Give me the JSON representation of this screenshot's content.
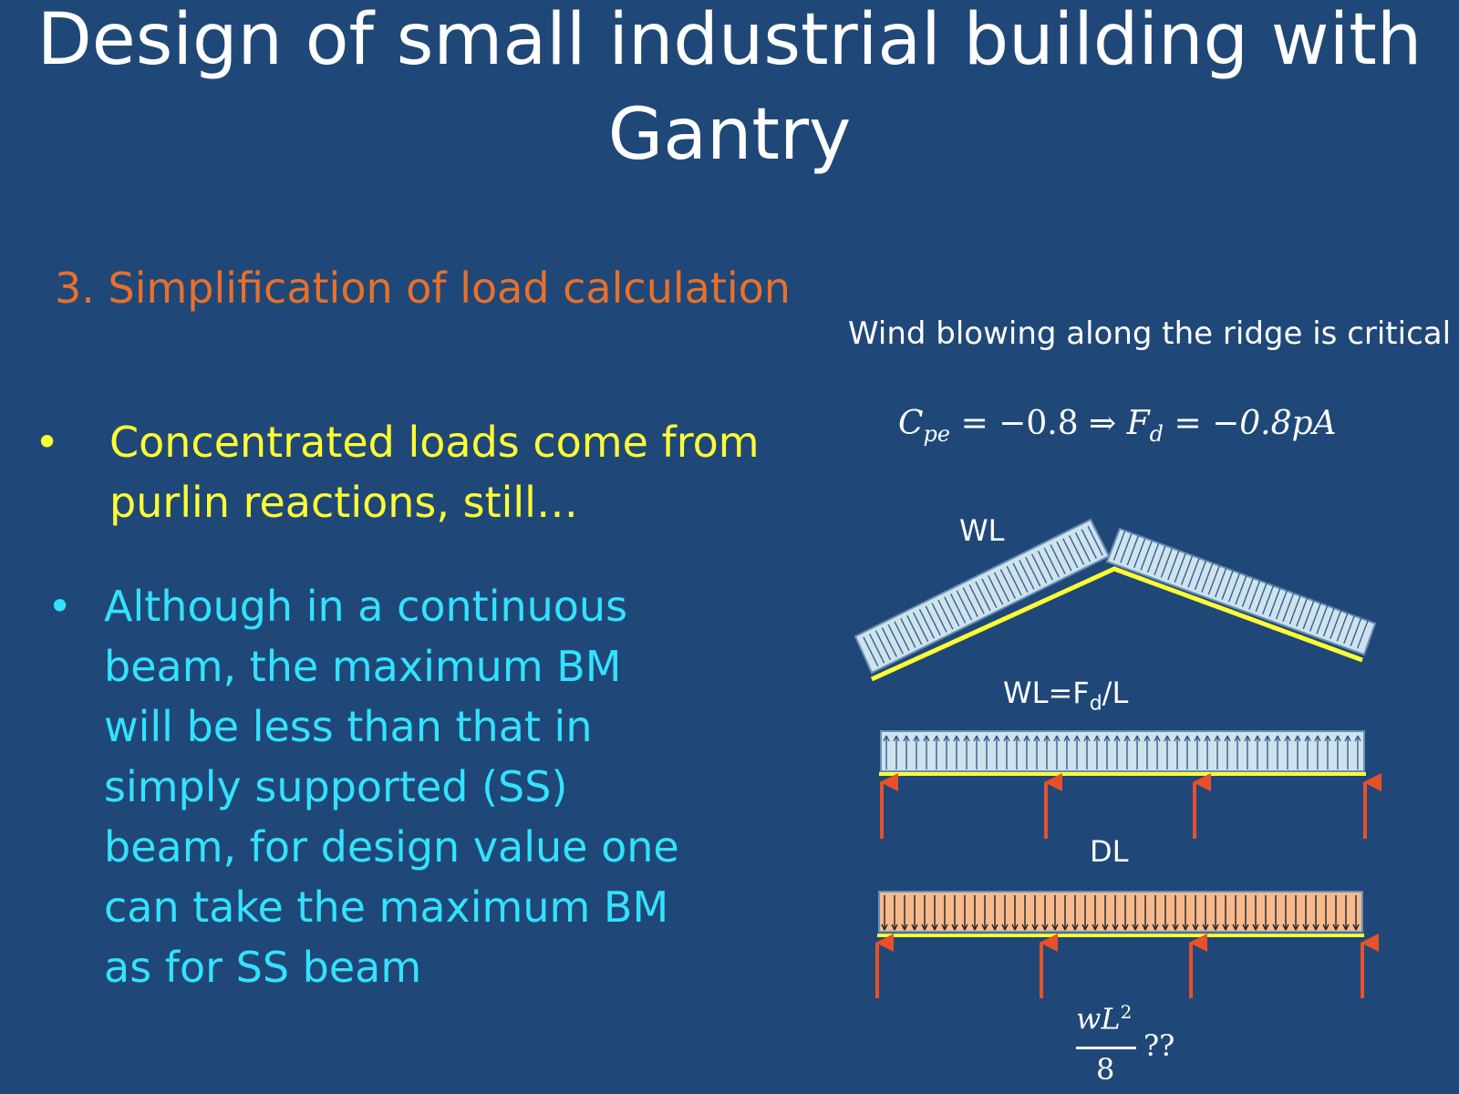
{
  "slide": {
    "title_line1": "Design of small industrial building with",
    "title_line2": "Gantry",
    "subtitle": "3. Simplification of load calculation",
    "bullet_symbol": "•",
    "bullet1_lines": [
      "Concentrated loads come from",
      "purlin reactions, still…"
    ],
    "bullet2_lines": [
      "Although in a continuous",
      "beam, the maximum BM",
      "will be less than that in",
      "simply supported (SS)",
      "beam, for design value one",
      "can take the maximum BM",
      "as for SS beam"
    ]
  },
  "diagram": {
    "note": "Wind blowing along the ridge is critical",
    "formula": {
      "c": "C",
      "pe": "pe",
      "mid": " = −0.8 ⇒  ",
      "f": "F",
      "d": "d",
      "rhs": " = −0.8pA"
    },
    "label_wl": "WL",
    "label_wl2_main": "WL=F",
    "label_wl2_sub": "d",
    "label_wl2_tail": "/L",
    "label_dl": "DL",
    "fraction": {
      "num": "wL",
      "exp": "2",
      "den": "8",
      "suffix": "??"
    },
    "colors": {
      "background": "#1f4878",
      "wind_load_fill": "#cfe3ef",
      "dead_load_fill": "#f7b98e",
      "beam": "#ffff33",
      "support_arrow": "#e8502a",
      "subtitle": "#e8702a",
      "bullet1": "#ffff33",
      "bullet2": "#33e2ff"
    }
  }
}
